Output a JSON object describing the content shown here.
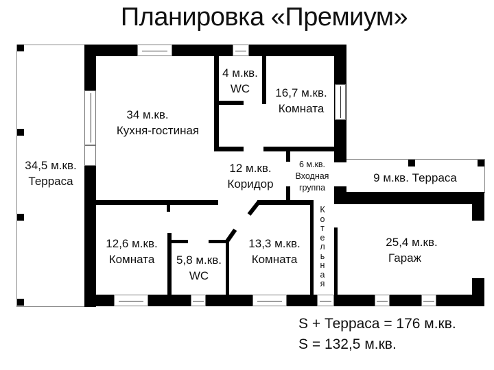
{
  "title": "Планировка «Премиум»",
  "rooms": [
    {
      "id": "terrace-west",
      "area": "34,5 м.кв.",
      "name": "Терраса"
    },
    {
      "id": "kitchen-living",
      "area": "34 м.кв.",
      "name": "Кухня-гостиная"
    },
    {
      "id": "wc-north",
      "area": "4 м.кв.",
      "name": "WC"
    },
    {
      "id": "room-north",
      "area": "16,7 м.кв.",
      "name": "Комната"
    },
    {
      "id": "corridor",
      "area": "12 м.кв.",
      "name": "Коридор"
    },
    {
      "id": "entrance",
      "area": "6 м.кв.",
      "name": "Входная",
      "name2": "группа"
    },
    {
      "id": "terrace-east",
      "area": "9 м.кв.",
      "name": "Терраса"
    },
    {
      "id": "room-sw",
      "area": "12,6 м.кв.",
      "name": "Комната"
    },
    {
      "id": "wc-south",
      "area": "5,8 м.кв.",
      "name": "WC"
    },
    {
      "id": "room-south",
      "area": "13,3 м.кв.",
      "name": "Комната"
    },
    {
      "id": "boiler",
      "name_letters": [
        "К",
        "о",
        "т",
        "е",
        "л",
        "ь",
        "н",
        "а",
        "я"
      ]
    },
    {
      "id": "garage",
      "area": "25,4 м.кв.",
      "name": "Гараж"
    }
  ],
  "summary": {
    "total_with_terrace": "S + Терраса = 176 м.кв.",
    "total": "S = 132,5 м.кв."
  }
}
